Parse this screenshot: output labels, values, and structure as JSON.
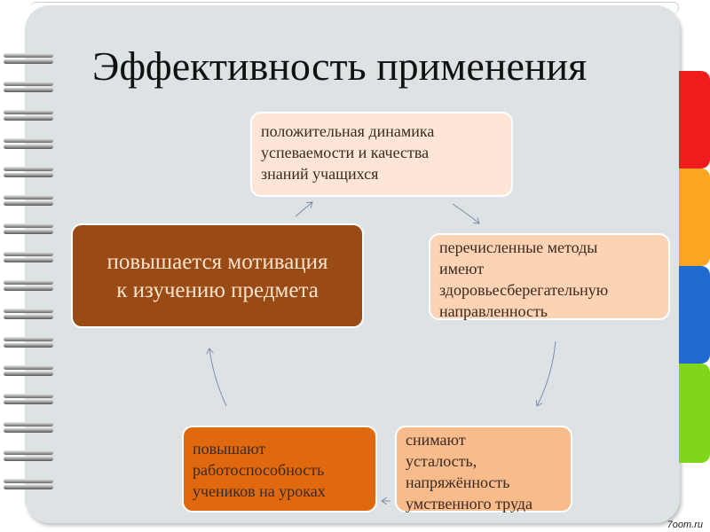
{
  "title": "Эффективность применения",
  "boxes": {
    "top": [
      "положительная динамика",
      "успеваемости и качества",
      "знаний учащихся"
    ],
    "right": [
      "перечисленные методы",
      "имеют",
      "здоровьесберегательную",
      "направленность"
    ],
    "bottom_right": [
      "снимают",
      "усталость,",
      "напряжённость",
      "умственного труда"
    ],
    "bottom_left": [
      "повышают",
      "работоспособность",
      "учеников на уроках"
    ],
    "left": [
      "повышается мотивация",
      "к изучению предмета"
    ]
  },
  "watermark": "7oom.ru",
  "colors": {
    "top": "#fde6d6",
    "right": "#fcd3b4",
    "bottom_right": "#f8bb8c",
    "bottom_left": "#e0680f",
    "left": "#9a4a14",
    "tabs": [
      "#ee1c1c",
      "#fca522",
      "#1f6bd0",
      "#7fd61a"
    ]
  }
}
